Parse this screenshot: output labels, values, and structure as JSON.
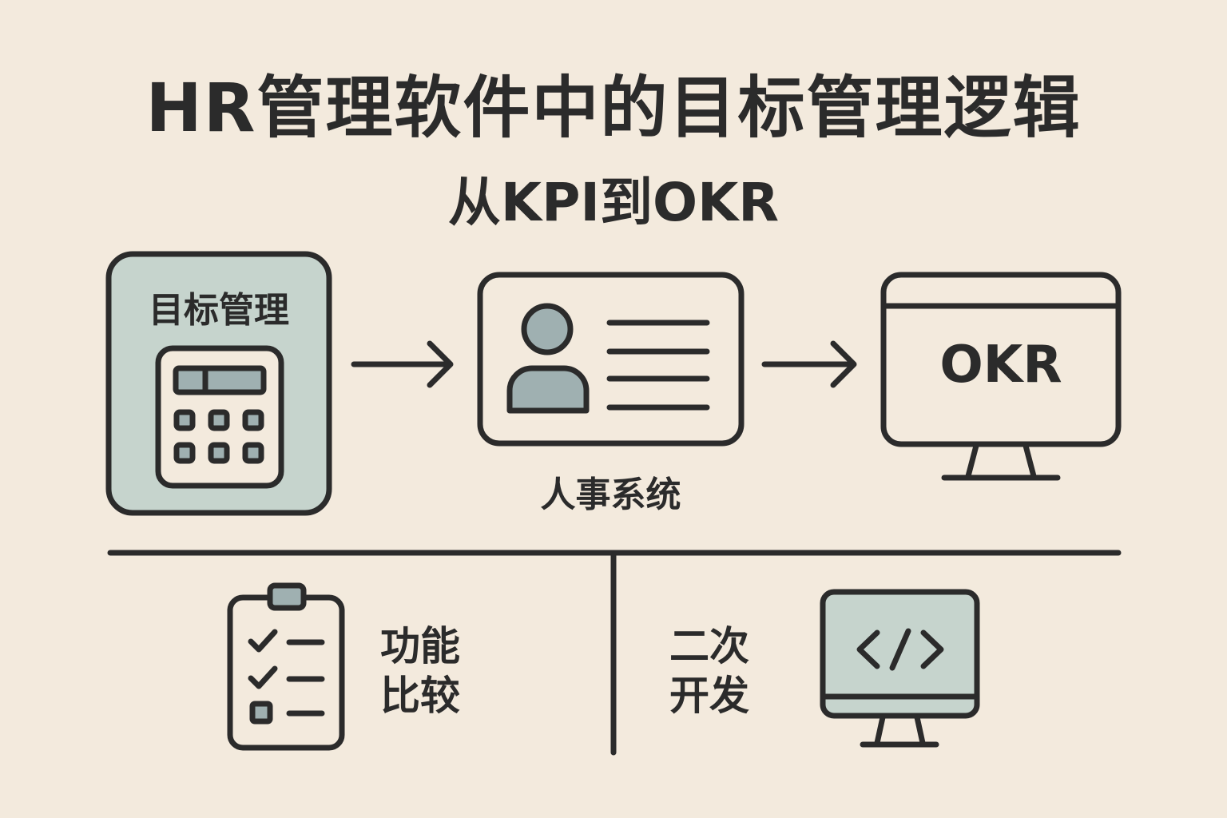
{
  "title": "HR管理软件中的目标管理逻辑",
  "subtitle": "从KPI到OKR",
  "flow": {
    "step1_label": "目标管理",
    "step2_label": "人事系统",
    "step3_label": "OKR"
  },
  "bottom": {
    "left_line1": "功能",
    "left_line2": "比较",
    "right_line1": "二次",
    "right_line2": "开发"
  },
  "colors": {
    "background": "#f3eadd",
    "stroke": "#2b2b2b",
    "sage": "#c6d4cd",
    "gray": "#9fb0b1"
  }
}
